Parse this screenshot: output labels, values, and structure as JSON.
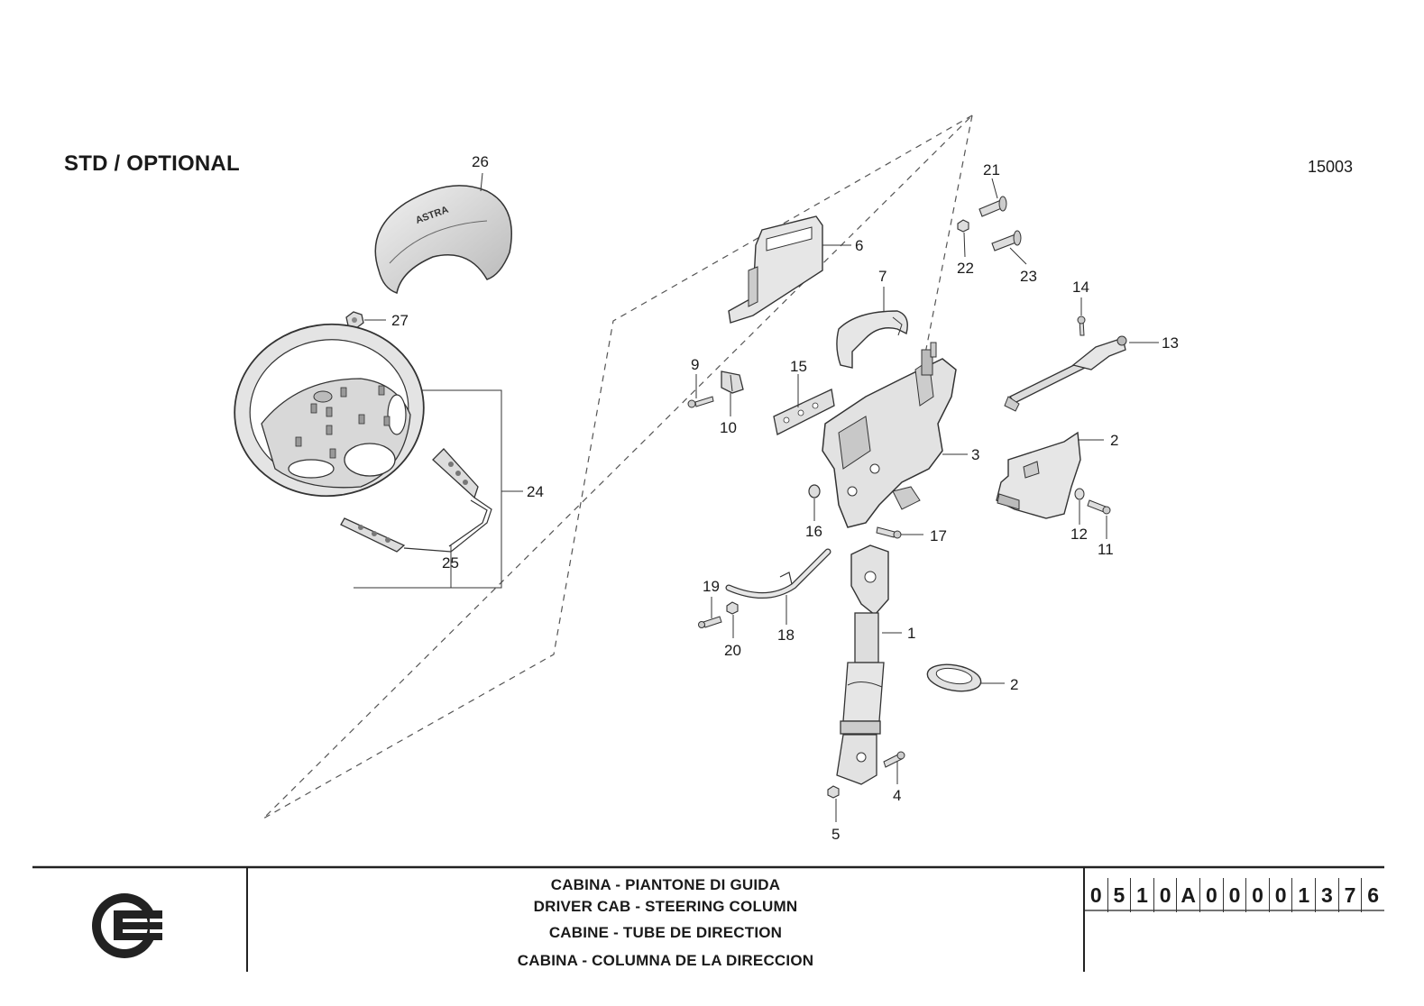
{
  "header": {
    "left_label": "STD / OPTIONAL",
    "right_label": "15003"
  },
  "callouts": [
    {
      "id": "c26",
      "text": "26"
    },
    {
      "id": "c27",
      "text": "27"
    },
    {
      "id": "c24",
      "text": "24"
    },
    {
      "id": "c25",
      "text": "25"
    },
    {
      "id": "c6",
      "text": "6"
    },
    {
      "id": "c7",
      "text": "7"
    },
    {
      "id": "c9",
      "text": "9"
    },
    {
      "id": "c10",
      "text": "10"
    },
    {
      "id": "c15",
      "text": "15"
    },
    {
      "id": "c3",
      "text": "3"
    },
    {
      "id": "c16",
      "text": "16"
    },
    {
      "id": "c17",
      "text": "17"
    },
    {
      "id": "c21",
      "text": "21"
    },
    {
      "id": "c22",
      "text": "22"
    },
    {
      "id": "c23",
      "text": "23"
    },
    {
      "id": "c14",
      "text": "14"
    },
    {
      "id": "c13",
      "text": "13"
    },
    {
      "id": "c2a",
      "text": "2"
    },
    {
      "id": "c12",
      "text": "12"
    },
    {
      "id": "c11",
      "text": "11"
    },
    {
      "id": "c19",
      "text": "19"
    },
    {
      "id": "c20",
      "text": "20"
    },
    {
      "id": "c18",
      "text": "18"
    },
    {
      "id": "c1",
      "text": "1"
    },
    {
      "id": "c2b",
      "text": "2"
    },
    {
      "id": "c4",
      "text": "4"
    },
    {
      "id": "c5",
      "text": "5"
    }
  ],
  "title_block": {
    "lines": [
      "CABINA - PIANTONE DI GUIDA",
      "DRIVER CAB - STEERING COLUMN",
      "CABINE - TUBE DE DIRECTION",
      "CABINA - COLUMNA DE LA DIRECCION"
    ],
    "part_code_chars": [
      "0",
      "5",
      "1",
      "0",
      "A",
      "0",
      "0",
      "0",
      "0",
      "1",
      "3",
      "7",
      "6"
    ]
  },
  "icons": {
    "logo": "company-logo",
    "airbag_text": "ASTRA"
  },
  "colors": {
    "ink": "#1a1a1a",
    "part_fill": "#e6e6e6",
    "part_shade": "#bdbdbd"
  }
}
